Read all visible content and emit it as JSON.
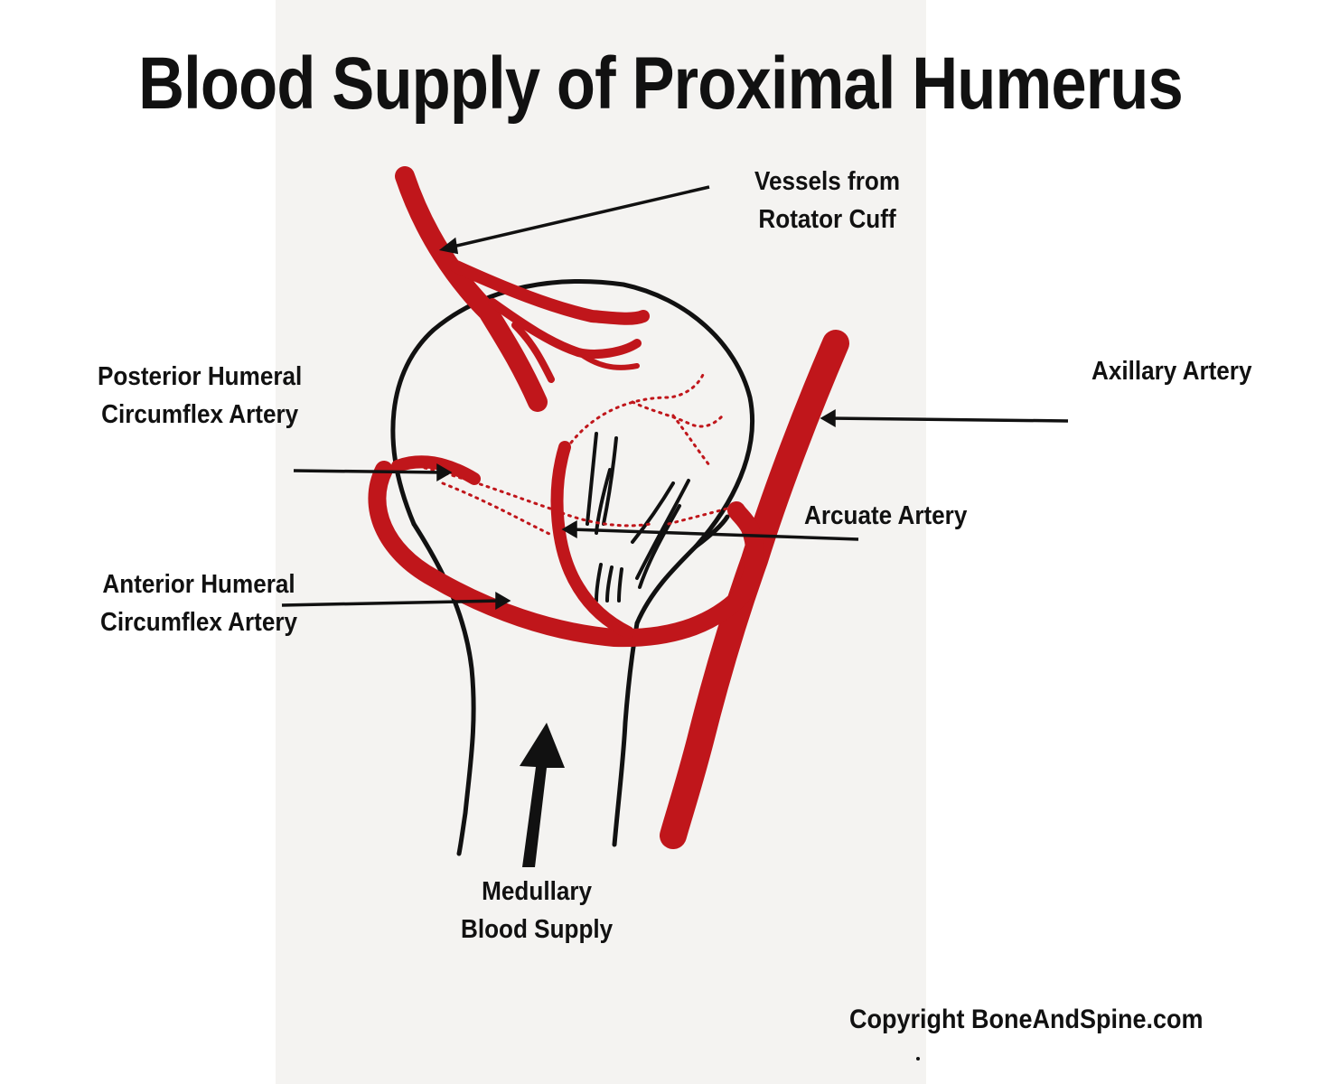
{
  "title": "Blood Supply of Proximal Humerus",
  "labels": {
    "rotator_cuff": {
      "line1": "Vessels from",
      "line2": "Rotator Cuff"
    },
    "posterior_circumflex": {
      "line1": "Posterior Humeral",
      "line2": "Circumflex Artery"
    },
    "axillary": "Axillary Artery",
    "arcuate": "Arcuate Artery",
    "anterior_circumflex": {
      "line1": "Anterior Humeral",
      "line2": "Circumflex Artery"
    },
    "medullary": {
      "line1": "Medullary",
      "line2": "Blood Supply"
    }
  },
  "copyright": "Copyright BoneAndSpine.com",
  "colors": {
    "artery": "#c0161b",
    "ink": "#111111",
    "paper": "#f4f3f1"
  }
}
